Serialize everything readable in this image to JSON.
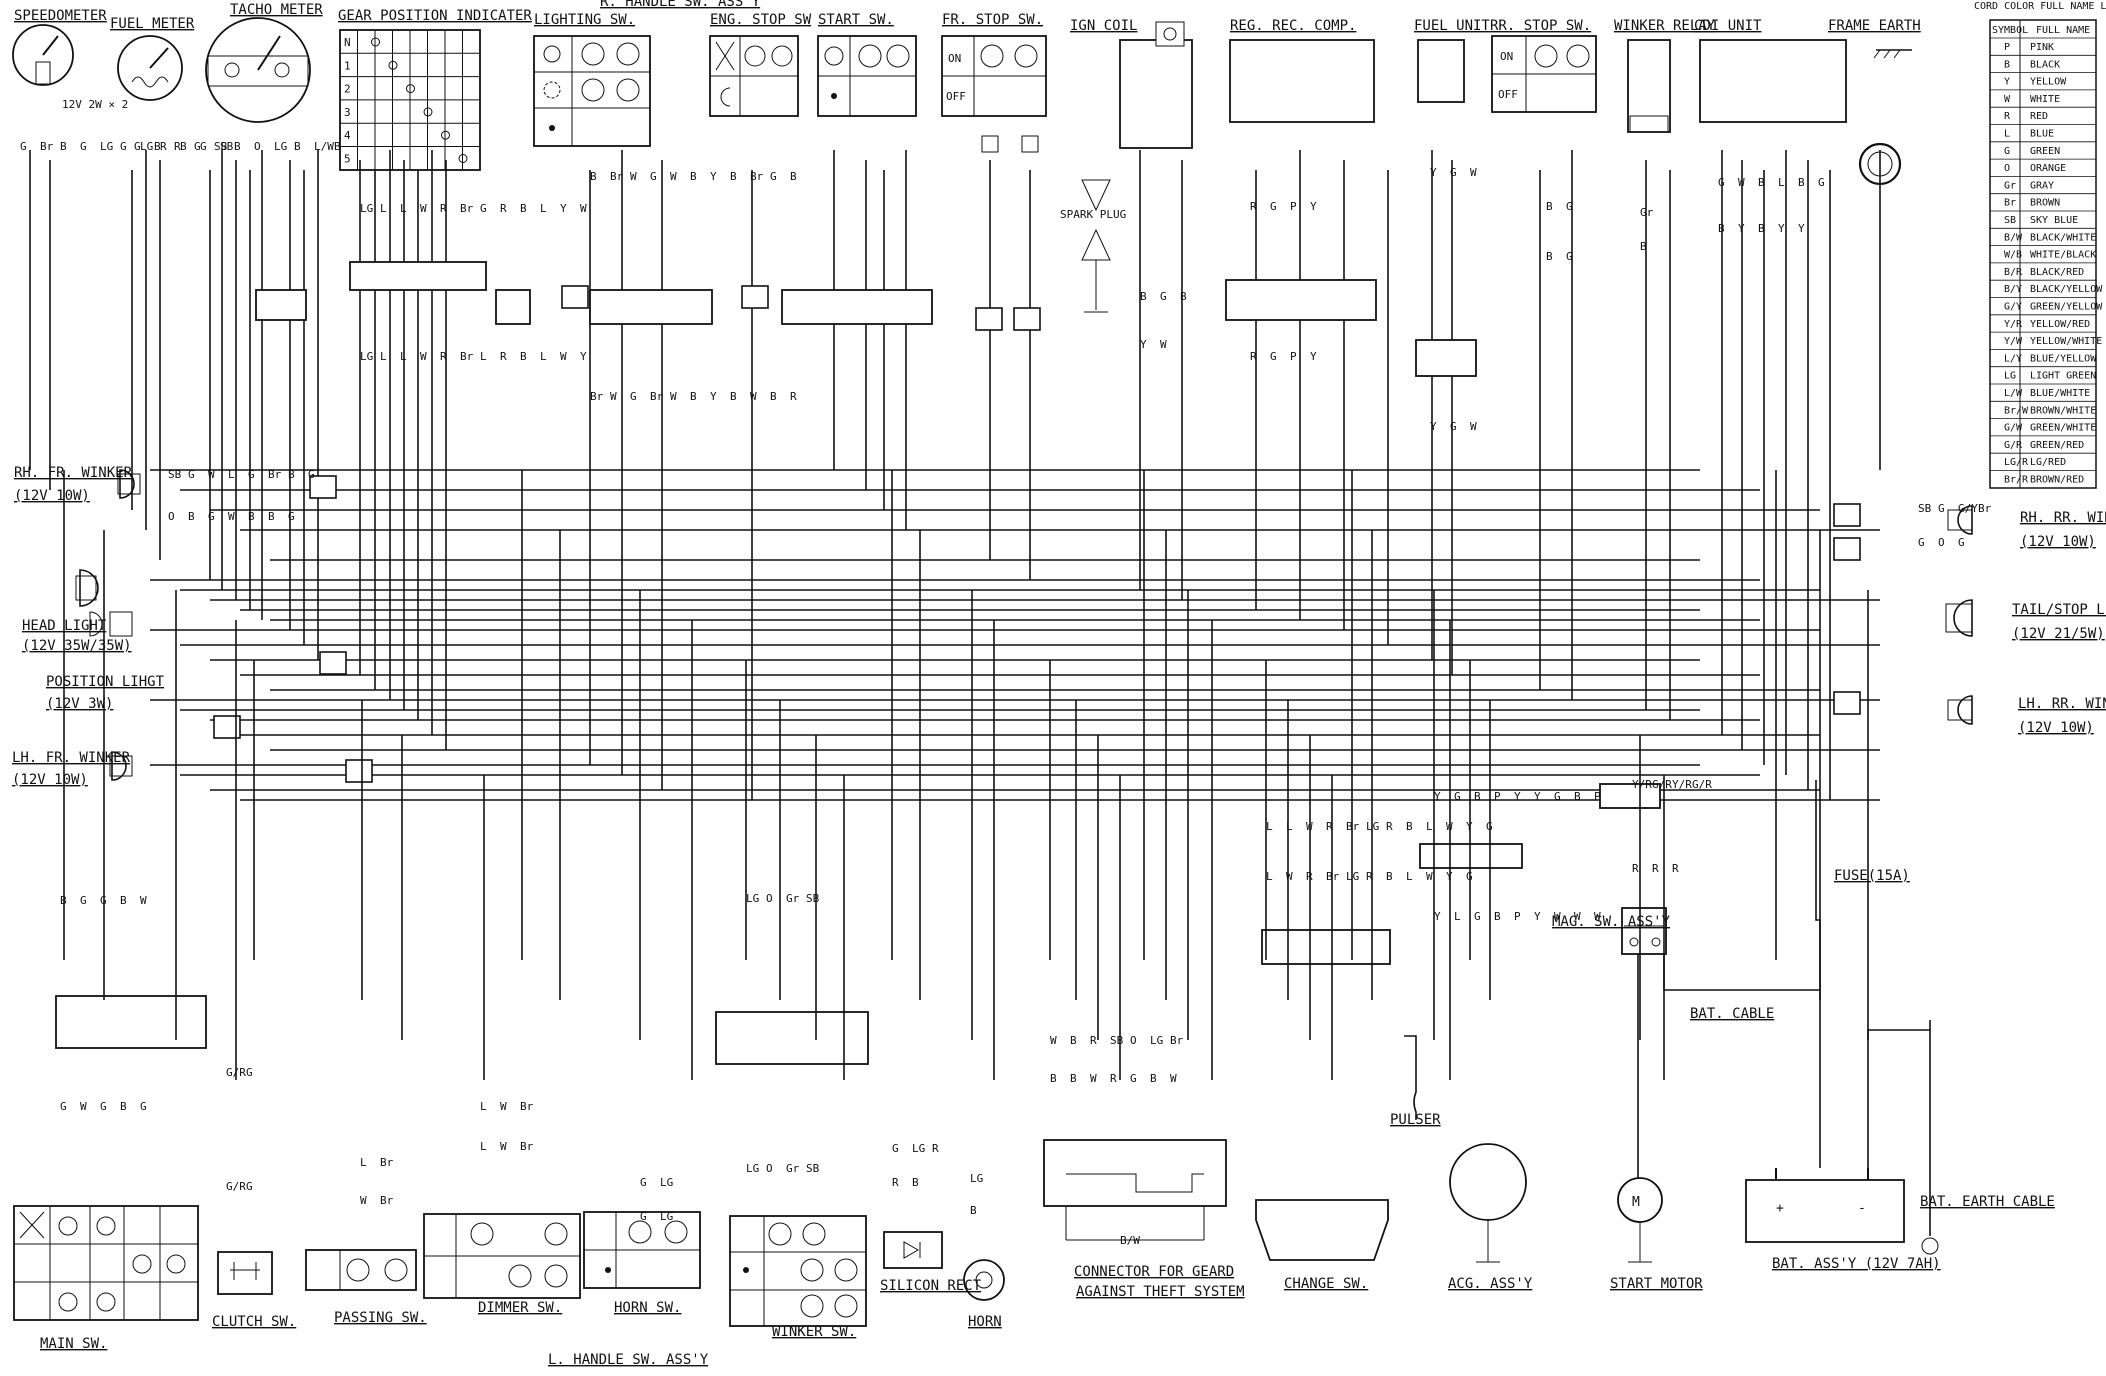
{
  "components": {
    "speedometer": "SPEEDOMETER",
    "fuel_meter": "FUEL METER",
    "tacho_meter": "TACHO METER",
    "gear_indicator": "GEAR POSITION INDICATER",
    "rh_handle_sw": "R. HANDLE SW. ASS'Y",
    "lighting_sw": "LIGHTING SW.",
    "eng_stop_sw": "ENG. STOP SW",
    "start_sw": "START SW.",
    "fr_stop_sw": "FR. STOP SW.",
    "ign_coil": "IGN COIL",
    "spark_plug": "SPARK PLUG",
    "reg_rec": "REG. REC. COMP.",
    "fuel_unit": "FUEL UNIT",
    "rr_stop_sw": "RR. STOP SW.",
    "winker_relay": "WINKER RELAY",
    "cdi_unit": "CDI UNIT",
    "frame_earth": "FRAME EARTH",
    "rh_fr_winker": "RH. FR. WINKER",
    "head_light": "HEAD LIGHT",
    "position_light": "POSITION LIHGT",
    "lh_fr_winker": "LH. FR. WINKER",
    "rh_rr_winker": "RH. RR. WINKER",
    "tail_stop": "TAIL/STOP LIGHT",
    "lh_rr_winker": "LH. RR. WINKER",
    "main_sw": "MAIN SW.",
    "clutch_sw": "CLUTCH SW.",
    "passing_sw": "PASSING SW.",
    "dimmer_sw": "DIMMER SW.",
    "horn_sw": "HORN SW.",
    "winker_sw": "WINKER SW.",
    "lh_handle_sw": "L. HANDLE SW. ASS'Y",
    "silicon_rect": "SILICON RECT",
    "horn": "HORN",
    "connector_guard_1": "CONNECTOR FOR GEARD",
    "connector_guard_2": "AGAINST THEFT SYSTEM",
    "change_sw": "CHANGE SW.",
    "acg": "ACG. ASS'Y",
    "pulser": "PULSER",
    "start_motor": "START MOTOR",
    "mag_sw": "MAG. SW. ASS'Y",
    "bat_cable": "BAT. CABLE",
    "fuse": "FUSE(15A)",
    "battery": "BAT. ASS'Y (12V 7AH)",
    "bat_earth": "BAT. EARTH CABLE"
  },
  "ratings": {
    "meter_bulbs": "12V 2W × 2",
    "rh_fr_winker": "(12V 10W)",
    "head_light": "(12V 35W/35W)",
    "position_light": "(12V 3W)",
    "lh_fr_winker": "(12V 10W)",
    "rh_rr_winker": "(12V 10W)",
    "tail_stop": "(12V 21/5W)",
    "lh_rr_winker": "(12V 10W)"
  },
  "switch_states": {
    "on": "ON",
    "off": "OFF"
  },
  "gear_positions": [
    "N",
    "1",
    "2",
    "3",
    "4",
    "5"
  ],
  "connector_labels": {
    "bd": "B/W"
  },
  "battery_terms": {
    "plus": "+",
    "minus": "-"
  },
  "color_table": {
    "title": "CORD COLOR FULL NAME LIST",
    "header": [
      "SYMBOL",
      "FULL NAME"
    ],
    "rows": [
      [
        "P",
        "PINK"
      ],
      [
        "B",
        "BLACK"
      ],
      [
        "Y",
        "YELLOW"
      ],
      [
        "W",
        "WHITE"
      ],
      [
        "R",
        "RED"
      ],
      [
        "L",
        "BLUE"
      ],
      [
        "G",
        "GREEN"
      ],
      [
        "O",
        "ORANGE"
      ],
      [
        "Gr",
        "GRAY"
      ],
      [
        "Br",
        "BROWN"
      ],
      [
        "SB",
        "SKY BLUE"
      ],
      [
        "B/W",
        "BLACK/WHITE"
      ],
      [
        "W/B",
        "WHITE/BLACK"
      ],
      [
        "B/R",
        "BLACK/RED"
      ],
      [
        "B/Y",
        "BLACK/YELLOW"
      ],
      [
        "G/Y",
        "GREEN/YELLOW"
      ],
      [
        "Y/R",
        "YELLOW/RED"
      ],
      [
        "Y/W",
        "YELLOW/WHITE"
      ],
      [
        "L/Y",
        "BLUE/YELLOW"
      ],
      [
        "LG",
        "LIGHT GREEN"
      ],
      [
        "L/W",
        "BLUE/WHITE"
      ],
      [
        "Br/W",
        "BROWN/WHITE"
      ],
      [
        "G/W",
        "GREEN/WHITE"
      ],
      [
        "G/R",
        "GREEN/RED"
      ],
      [
        "LG/R",
        "LG/RED"
      ],
      [
        "Br/R",
        "BROWN/RED"
      ]
    ]
  },
  "wire_labels": {
    "meters": [
      "G",
      "Br",
      "B",
      "G",
      "LG",
      "G",
      "LG",
      "R",
      "B",
      "G",
      "SB",
      "G",
      "B",
      "R",
      "G",
      "SB",
      "B",
      "O",
      "LG",
      "B",
      "L/W",
      "B"
    ],
    "gear": [
      "LG",
      "L",
      "L",
      "W",
      "R",
      "Br",
      "G",
      "R",
      "B",
      "L",
      "Y",
      "W",
      "LG",
      "L",
      "L",
      "W",
      "R",
      "Br",
      "L",
      "R",
      "B",
      "L",
      "W",
      "Y"
    ],
    "handle_r": [
      "B",
      "Br",
      "W",
      "G",
      "W",
      "B",
      "Y",
      "B",
      "Br",
      "G",
      "B",
      "Br",
      "W",
      "G",
      "Br",
      "W",
      "B",
      "Y",
      "B",
      "W",
      "B",
      "R"
    ],
    "ign": [
      "B",
      "G",
      "B",
      "Y",
      "W"
    ],
    "regrec": [
      "R",
      "G",
      "P",
      "Y",
      "R",
      "G",
      "P",
      "Y"
    ],
    "fuel": [
      "Y",
      "G",
      "W",
      "Y",
      "G",
      "W"
    ],
    "rrstop": [
      "B",
      "G",
      "B",
      "G"
    ],
    "relay": [
      "Gr",
      "B"
    ],
    "cdi": [
      "G",
      "W",
      "B",
      "L",
      "B",
      "G",
      "B",
      "Y",
      "B",
      "Y",
      "Y"
    ],
    "right_side": [
      "SB",
      "G",
      "G/Y",
      "Br",
      "G",
      "O",
      "G"
    ],
    "left_side": [
      "SB",
      "G",
      "W",
      "L",
      "G",
      "Br",
      "B",
      "G",
      "O",
      "B",
      "G",
      "W",
      "B",
      "B",
      "G"
    ],
    "main": [
      "B",
      "G",
      "G",
      "B",
      "W",
      "G",
      "W",
      "G",
      "B",
      "G"
    ],
    "clutch": [
      "G/R",
      "G",
      "G/R",
      "G"
    ],
    "passing": [
      "L",
      "Br",
      "W",
      "Br"
    ],
    "dimmer": [
      "L",
      "W",
      "Br",
      "L",
      "W",
      "Br"
    ],
    "horn": [
      "G",
      "LG",
      "G",
      "LG"
    ],
    "winker_sw": [
      "LG",
      "O",
      "Gr",
      "SB",
      "LG",
      "O",
      "Gr",
      "SB"
    ],
    "silicon": [
      "G",
      "LG",
      "R",
      "R",
      "B"
    ],
    "horn_w": [
      "LG",
      "B"
    ],
    "theft": [
      "W",
      "B",
      "R",
      "SB",
      "O",
      "LG",
      "Br",
      "B",
      "B",
      "W",
      "R",
      "G",
      "B",
      "W"
    ],
    "change": [
      "L",
      "L",
      "W",
      "R",
      "Br",
      "LG",
      "R",
      "B",
      "L",
      "W",
      "Y",
      "G",
      "L",
      "W",
      "R",
      "Br",
      "LG",
      "R",
      "B",
      "L",
      "W",
      "Y",
      "G"
    ],
    "acg": [
      "Y",
      "G",
      "B",
      "P",
      "Y",
      "Y",
      "G",
      "B",
      "P",
      "Y",
      "L",
      "G",
      "B",
      "P",
      "Y",
      "W",
      "W",
      "W"
    ],
    "mag": [
      "Y/R",
      "G/R",
      "Y/R",
      "G/R",
      "R",
      "R",
      "R"
    ]
  }
}
